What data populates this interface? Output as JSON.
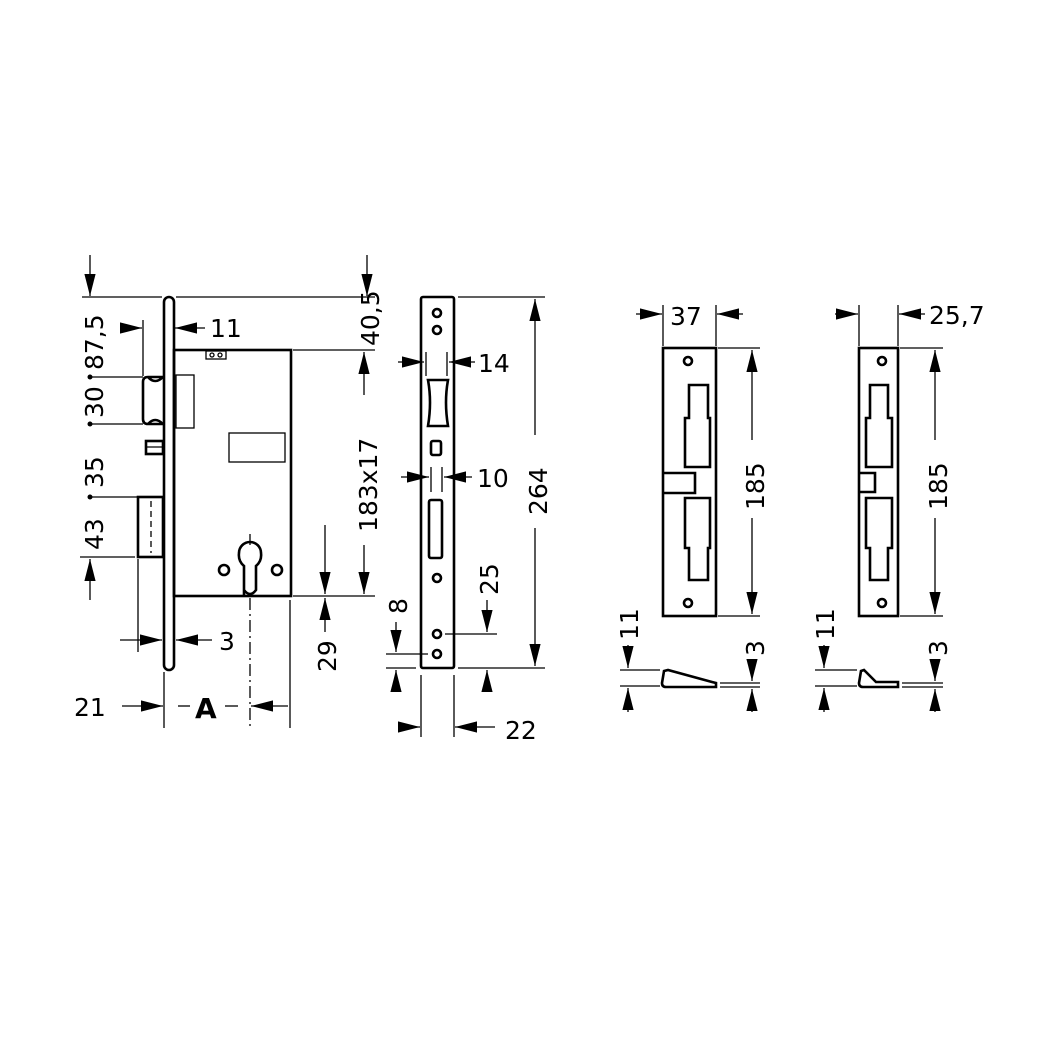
{
  "lock_body": {
    "dim_backset_top": "87,5",
    "dim_30": "30",
    "dim_35": "35",
    "dim_43": "43",
    "dim_11": "11",
    "dim_40_5": "40,5",
    "dim_183x17": "183x17",
    "dim_29": "29",
    "dim_3": "3",
    "dim_21": "21",
    "dim_A": "A"
  },
  "faceplate": {
    "dim_14": "14",
    "dim_10": "10",
    "dim_264": "264",
    "dim_25": "25",
    "dim_8": "8",
    "dim_22": "22"
  },
  "strike_plate_wide": {
    "dim_width": "37",
    "dim_height": "185",
    "dim_11": "11",
    "dim_3": "3"
  },
  "strike_plate_narrow": {
    "dim_width": "25,7",
    "dim_height": "185",
    "dim_11": "11",
    "dim_3": "3"
  }
}
